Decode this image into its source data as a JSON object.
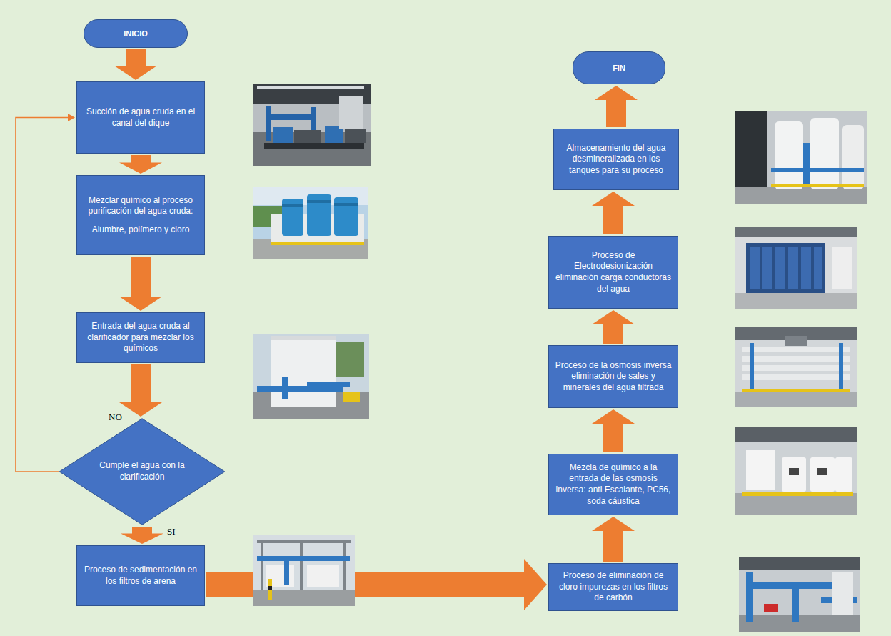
{
  "diagram": {
    "nodes": [
      {
        "text": [
          "INICIO"
        ]
      },
      {
        "text": [
          "Succión de agua cruda en el canal del dique"
        ]
      },
      {
        "text": [
          "Mezclar químico al proceso purificación del agua cruda:",
          "Alumbre, polímero y cloro"
        ]
      },
      {
        "text": [
          "Entrada del agua cruda al clarificador para mezclar los químicos"
        ]
      },
      {
        "text": [
          "Cumple el agua con la clarificación"
        ]
      },
      {
        "text": [
          "Proceso de sedimentación en los filtros de arena"
        ]
      },
      {
        "text": [
          "Proceso de eliminación de cloro impurezas en los filtros de carbón"
        ]
      },
      {
        "text": [
          "Mezcla de químico a la entrada de las osmosis inversa: anti Escalante, PC56, soda cáustica"
        ]
      },
      {
        "text": [
          "Proceso de la osmosis inversa eliminación de sales y minerales del agua filtrada"
        ]
      },
      {
        "text": [
          "Proceso de Electrodesionización eliminación carga conductoras del agua"
        ]
      },
      {
        "text": [
          "Almacenamiento del agua desmineralizada en los tanques para su proceso"
        ]
      },
      {
        "text": [
          "FIN"
        ]
      }
    ],
    "edges": [
      {
        "from": 0,
        "to": 1,
        "arrow": "to"
      },
      {
        "from": 1,
        "to": 2,
        "arrow": "to"
      },
      {
        "from": 2,
        "to": 3,
        "arrow": "to"
      },
      {
        "from": 3,
        "to": 4,
        "arrow": "to"
      },
      {
        "from": 4,
        "to": 1,
        "label": "NO",
        "arrow": "to"
      },
      {
        "from": 4,
        "to": 5,
        "label": "SI",
        "arrow": "to"
      },
      {
        "from": 5,
        "to": 6,
        "arrow": "to"
      },
      {
        "from": 6,
        "to": 7,
        "arrow": "to"
      },
      {
        "from": 7,
        "to": 8,
        "arrow": "to"
      },
      {
        "from": 8,
        "to": 9,
        "arrow": "to"
      },
      {
        "from": 9,
        "to": 10,
        "arrow": "to"
      },
      {
        "from": 10,
        "to": 11,
        "arrow": "to"
      }
    ]
  }
}
